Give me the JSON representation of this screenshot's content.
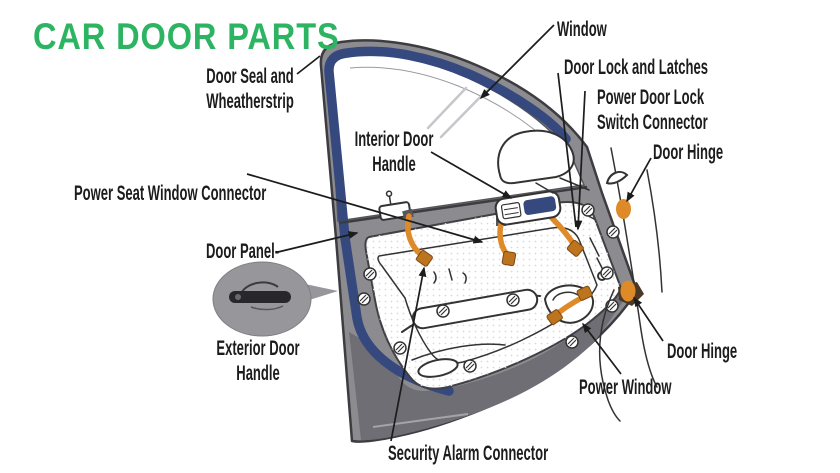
{
  "title": "CAR DOOR PARTS",
  "labels": {
    "door_seal": "Door Seal and\nWheatherstrip",
    "window": "Window",
    "door_lock": "Door Lock and Latches",
    "power_door_lock": "Power Door Lock Switch Connector",
    "door_hinge_top": "Door Hinge",
    "interior_handle": "Interior Door\nHandle",
    "power_seat": "Power Seat Window Connector",
    "door_panel": "Door Panel-",
    "exterior_handle": "Exterior Door\nHandle",
    "power_window": "Power Window",
    "door_hinge_bottom": "Door Hinge",
    "security_alarm": "Security Alarm Connector"
  },
  "colors": {
    "green": "#2db463",
    "blue": "#35497e",
    "orange": "#de8a28",
    "gray": "#8b8b90",
    "gray_dark": "#6e6e74",
    "ink": "#1c1c1c"
  }
}
